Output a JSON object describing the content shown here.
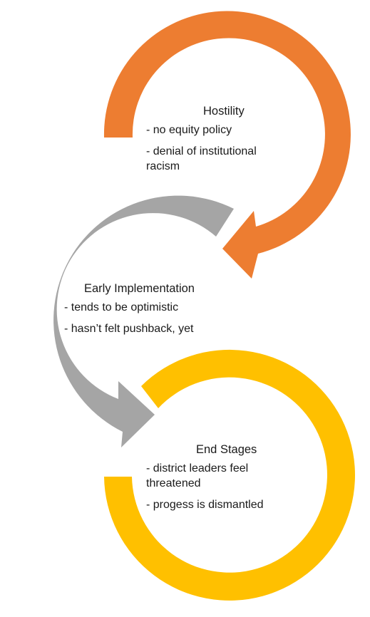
{
  "colors": {
    "hostility": "#ED7D31",
    "early": "#A5A5A5",
    "end": "#FFC000"
  },
  "stages": [
    {
      "title": "Hostility",
      "bullets": [
        "- no equity policy",
        "- denial of institutional racism"
      ]
    },
    {
      "title": "Early Implementation",
      "bullets": [
        "- tends to be optimistic",
        "- hasn’t felt pushback, yet"
      ]
    },
    {
      "title": "End Stages",
      "bullets": [
        "- district leaders feel threatened",
        "- progess is dismantled"
      ]
    }
  ]
}
